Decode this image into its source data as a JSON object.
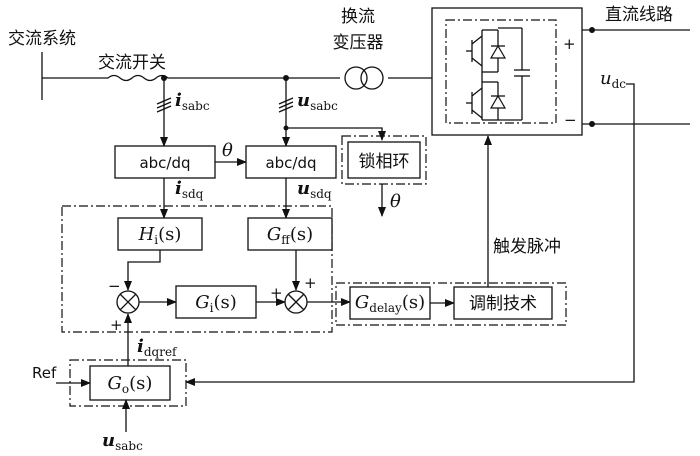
{
  "ac_system": "交流系统",
  "ac_switch": "交流开关",
  "transformer": [
    "换流",
    "变压器"
  ],
  "dc_line": "直流线路",
  "dc_voltage": {
    "symbol": "u",
    "sub": "dc"
  },
  "plus": "+",
  "minus": "−",
  "i_sabc": {
    "symbol": "i",
    "sub": "sabc"
  },
  "u_sabc": {
    "symbol": "u",
    "sub": "sabc"
  },
  "theta": "θ",
  "abc_dq_1": "abc/dq",
  "abc_dq_2": "abc/dq",
  "pll": "锁相环",
  "i_sdq": {
    "symbol": "i",
    "sub": "sdq"
  },
  "u_sdq": {
    "symbol": "u",
    "sub": "sdq"
  },
  "hi": {
    "symbol": "H",
    "sub": "i",
    "arg": "(s)"
  },
  "gff": {
    "symbol": "G",
    "sub": "ff",
    "arg": "(s)"
  },
  "gi": {
    "symbol": "G",
    "sub": "i",
    "arg": "(s)"
  },
  "gdelay": {
    "symbol": "G",
    "sub": "delay",
    "arg": "(s)"
  },
  "modulation": "调制技术",
  "trigger": "触发脉冲",
  "i_dqref": {
    "symbol": "i",
    "sub": "dqref"
  },
  "ref": "Ref",
  "go": {
    "symbol": "G",
    "sub": "o",
    "arg": "(s)"
  },
  "u_sabc_bottom": {
    "symbol": "u",
    "sub": "sabc"
  }
}
